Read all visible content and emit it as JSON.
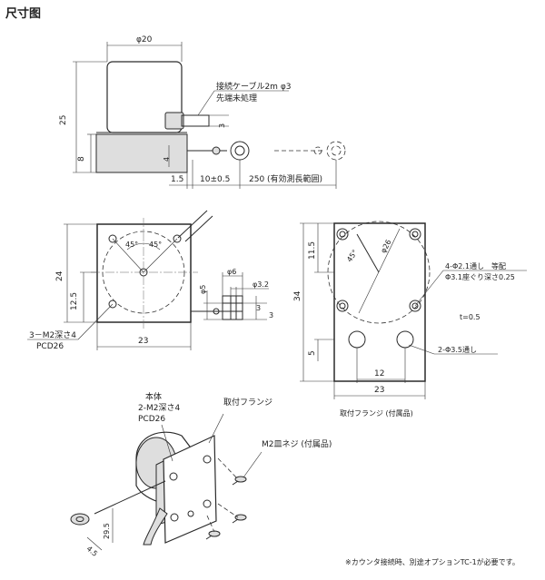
{
  "title": "尺寸图",
  "top_view": {
    "diameter": "φ20",
    "height_total": "25",
    "height_base": "8",
    "cable_note_1": "接続ケーブル2m φ3",
    "cable_note_2": "先端未処理",
    "dim_3": "3",
    "dim_4": "4",
    "dim_1_5": "1.5",
    "dim_10": "10±0.5",
    "dim_250": "250 (有効測長範囲)"
  },
  "front_view": {
    "width": "23",
    "height": "24",
    "half_height": "12.5",
    "angle_1": "45°",
    "angle_2": "45°",
    "hole_note_1": "3－M2深さ4",
    "hole_note_2": "PCD26",
    "wire_phi6": "φ6",
    "wire_phi3_2": "φ3.2",
    "wire_phi5": "φ5",
    "wire_3a": "3",
    "wire_3b": "3"
  },
  "flange_view": {
    "height": "34",
    "dim_11_5": "11.5",
    "dim_5": "5",
    "angle": "45°",
    "diameter": "φ26",
    "hole_note_1": "4-Φ2.1通し　等配",
    "hole_note_2": "Φ3.1座ぐり深さ0.25",
    "thickness": "t=0.5",
    "through_holes": "2-Φ3.5通し",
    "pitch": "12",
    "width": "23",
    "caption": "取付フランジ (付属品)"
  },
  "iso_view": {
    "body_label": "本体",
    "body_note_1": "2-M2深さ4",
    "body_note_2": "PCD26",
    "flange_label": "取付フランジ",
    "screw_label": "M2皿ネジ (付属品)",
    "dim_29_5": "29.5",
    "dim_4_5": "4.5"
  },
  "footnote": "※カウンタ接続時、別途オプションTC-1が必要です。"
}
